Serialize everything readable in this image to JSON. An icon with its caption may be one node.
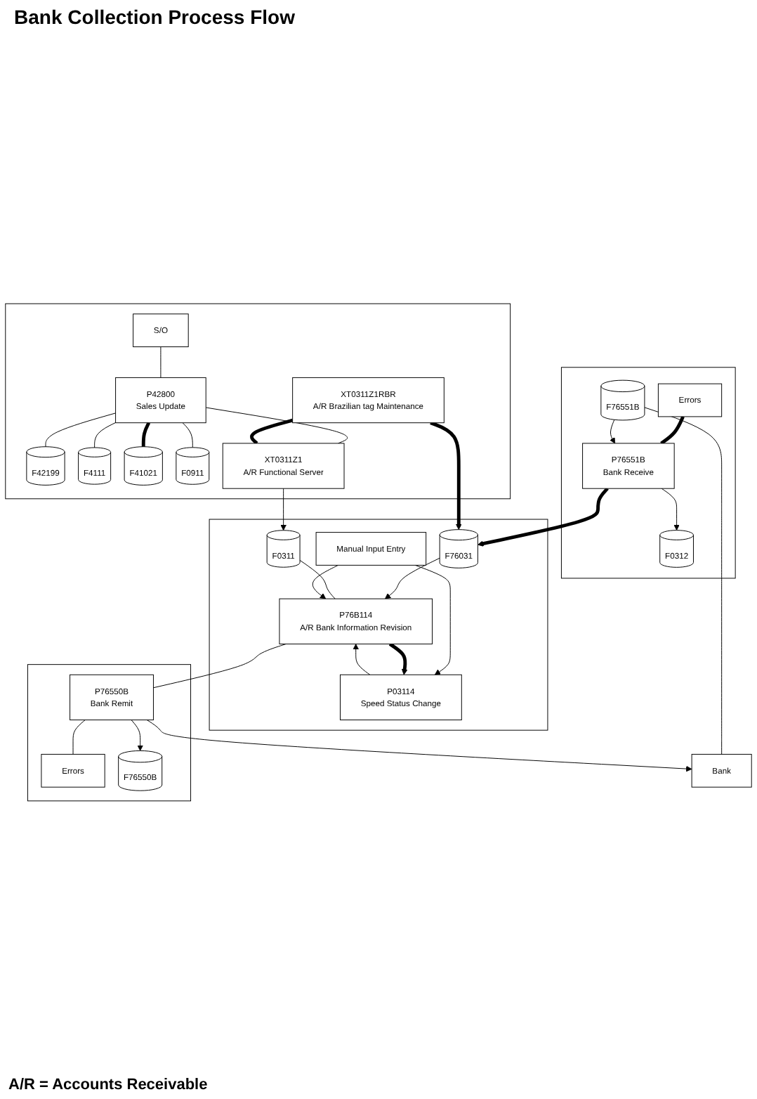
{
  "diagram": {
    "title": "Bank Collection Process Flow",
    "nodes": [
      {
        "text": [],
        "shape": "box"
      },
      {
        "text": [
          "S/O"
        ],
        "in": 0
      },
      {
        "text": [
          "P42800",
          "Sales Update"
        ],
        "in": 0
      },
      {
        "text": [
          "F42199"
        ],
        "in": 0
      },
      {
        "text": [
          "F4111"
        ],
        "in": 0
      },
      {
        "text": [
          "F41021"
        ],
        "in": 0
      },
      {
        "text": [
          "F0911"
        ],
        "in": 0
      },
      {
        "text": [
          "XT0311Z1RBR",
          "A/R Brazilian tag Maintenance"
        ],
        "in": 0
      },
      {
        "text": [
          "XT0311Z1",
          "A/R Functional Server"
        ],
        "in": 0
      },
      {
        "text": [],
        "shape": "box"
      },
      {
        "text": [
          "F76031"
        ],
        "in": 9
      },
      {
        "text": [
          "F0311"
        ],
        "in": 9
      },
      {
        "text": [
          "Manual Input Entry"
        ],
        "in": 9
      },
      {
        "text": [
          "P76B114",
          "A/R Bank Information Revision"
        ],
        "in": 9
      },
      {
        "text": [
          "P03114",
          "Speed Status Change"
        ],
        "in": 9
      },
      {
        "text": [],
        "shape": "box"
      },
      {
        "text": [
          "F0312"
        ],
        "in": 15
      },
      {
        "text": [
          "Errors"
        ],
        "in": 15
      },
      {
        "text": [
          "P76551B",
          "Bank Receive"
        ],
        "in": 15
      },
      {
        "text": [
          "F76551B"
        ],
        "in": 15
      },
      {
        "text": [],
        "shape": "box"
      },
      {
        "text": [
          "P76550B",
          "Bank Remit"
        ],
        "in": 20
      },
      {
        "text": [
          "Errors"
        ],
        "in": 20
      },
      {
        "text": [
          "F76550B"
        ],
        "in": 20
      },
      {
        "text": [
          "Bank"
        ]
      }
    ],
    "edges": [
      {
        "from": 1,
        "to": 2,
        "arrow": "none"
      },
      {
        "from": 2,
        "to": 3,
        "arrow": "none"
      },
      {
        "from": 2,
        "to": 4,
        "arrow": "none"
      },
      {
        "from": 2,
        "to": 5,
        "arrow": "none",
        "style": "thick"
      },
      {
        "from": 2,
        "to": 6,
        "arrow": "none"
      },
      {
        "from": 2,
        "to": 8,
        "arrow": "none"
      },
      {
        "from": 7,
        "to": 8,
        "arrow": "none",
        "style": "thick"
      },
      {
        "from": 7,
        "to": 10,
        "arrow": "to",
        "style": "thick"
      },
      {
        "from": 8,
        "to": 11,
        "arrow": "to"
      },
      {
        "from": 18,
        "to": 10,
        "arrow": "to",
        "style": "thick"
      },
      {
        "from": 10,
        "to": 13,
        "arrow": "to"
      },
      {
        "from": 11,
        "to": 13,
        "arrow": "none"
      },
      {
        "from": 12,
        "to": 13,
        "arrow": "to"
      },
      {
        "from": 12,
        "to": 14,
        "arrow": "to"
      },
      {
        "from": 13,
        "to": 14,
        "arrow": "to",
        "style": "thick"
      },
      {
        "from": 14,
        "to": 13,
        "arrow": "to"
      },
      {
        "from": 13,
        "to": 21,
        "arrow": "none"
      },
      {
        "from": 18,
        "to": 16,
        "arrow": "to"
      },
      {
        "from": 17,
        "to": 18,
        "arrow": "none",
        "style": "thick"
      },
      {
        "from": 19,
        "to": 18,
        "arrow": "to"
      },
      {
        "from": 19,
        "to": 24,
        "arrow": "none"
      },
      {
        "from": 21,
        "to": 24,
        "arrow": "to"
      },
      {
        "from": 21,
        "to": 22,
        "arrow": "none"
      },
      {
        "from": 21,
        "to": 23,
        "arrow": "to"
      }
    ],
    "labels": [
      "A/R = Accounts Receivable"
    ]
  }
}
